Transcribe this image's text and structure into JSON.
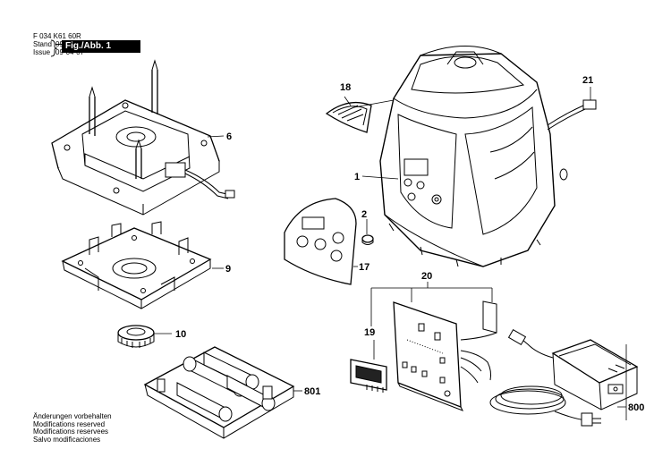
{
  "header": {
    "doc_number": "F 034 K61 60R",
    "stand_label": "Stand",
    "issue_label": "Issue",
    "stand_date_old": "09-04-01",
    "issue_date": "09-04-07",
    "figure_label": "Fig./Abb. 1"
  },
  "footer": {
    "notes": [
      "Änderungen vorbehalten",
      "Modifications reserved",
      "Modifications reservees",
      "Salvo modificaciones"
    ]
  },
  "parts": [
    {
      "id": "p1",
      "label": "1"
    },
    {
      "id": "p2",
      "label": "2"
    },
    {
      "id": "p6",
      "label": "6"
    },
    {
      "id": "p9",
      "label": "9"
    },
    {
      "id": "p10",
      "label": "10"
    },
    {
      "id": "p17",
      "label": "17"
    },
    {
      "id": "p18",
      "label": "18"
    },
    {
      "id": "p19",
      "label": "19"
    },
    {
      "id": "p20",
      "label": "20"
    },
    {
      "id": "p21",
      "label": "21"
    },
    {
      "id": "p800",
      "label": "800"
    },
    {
      "id": "p801",
      "label": "801"
    }
  ]
}
